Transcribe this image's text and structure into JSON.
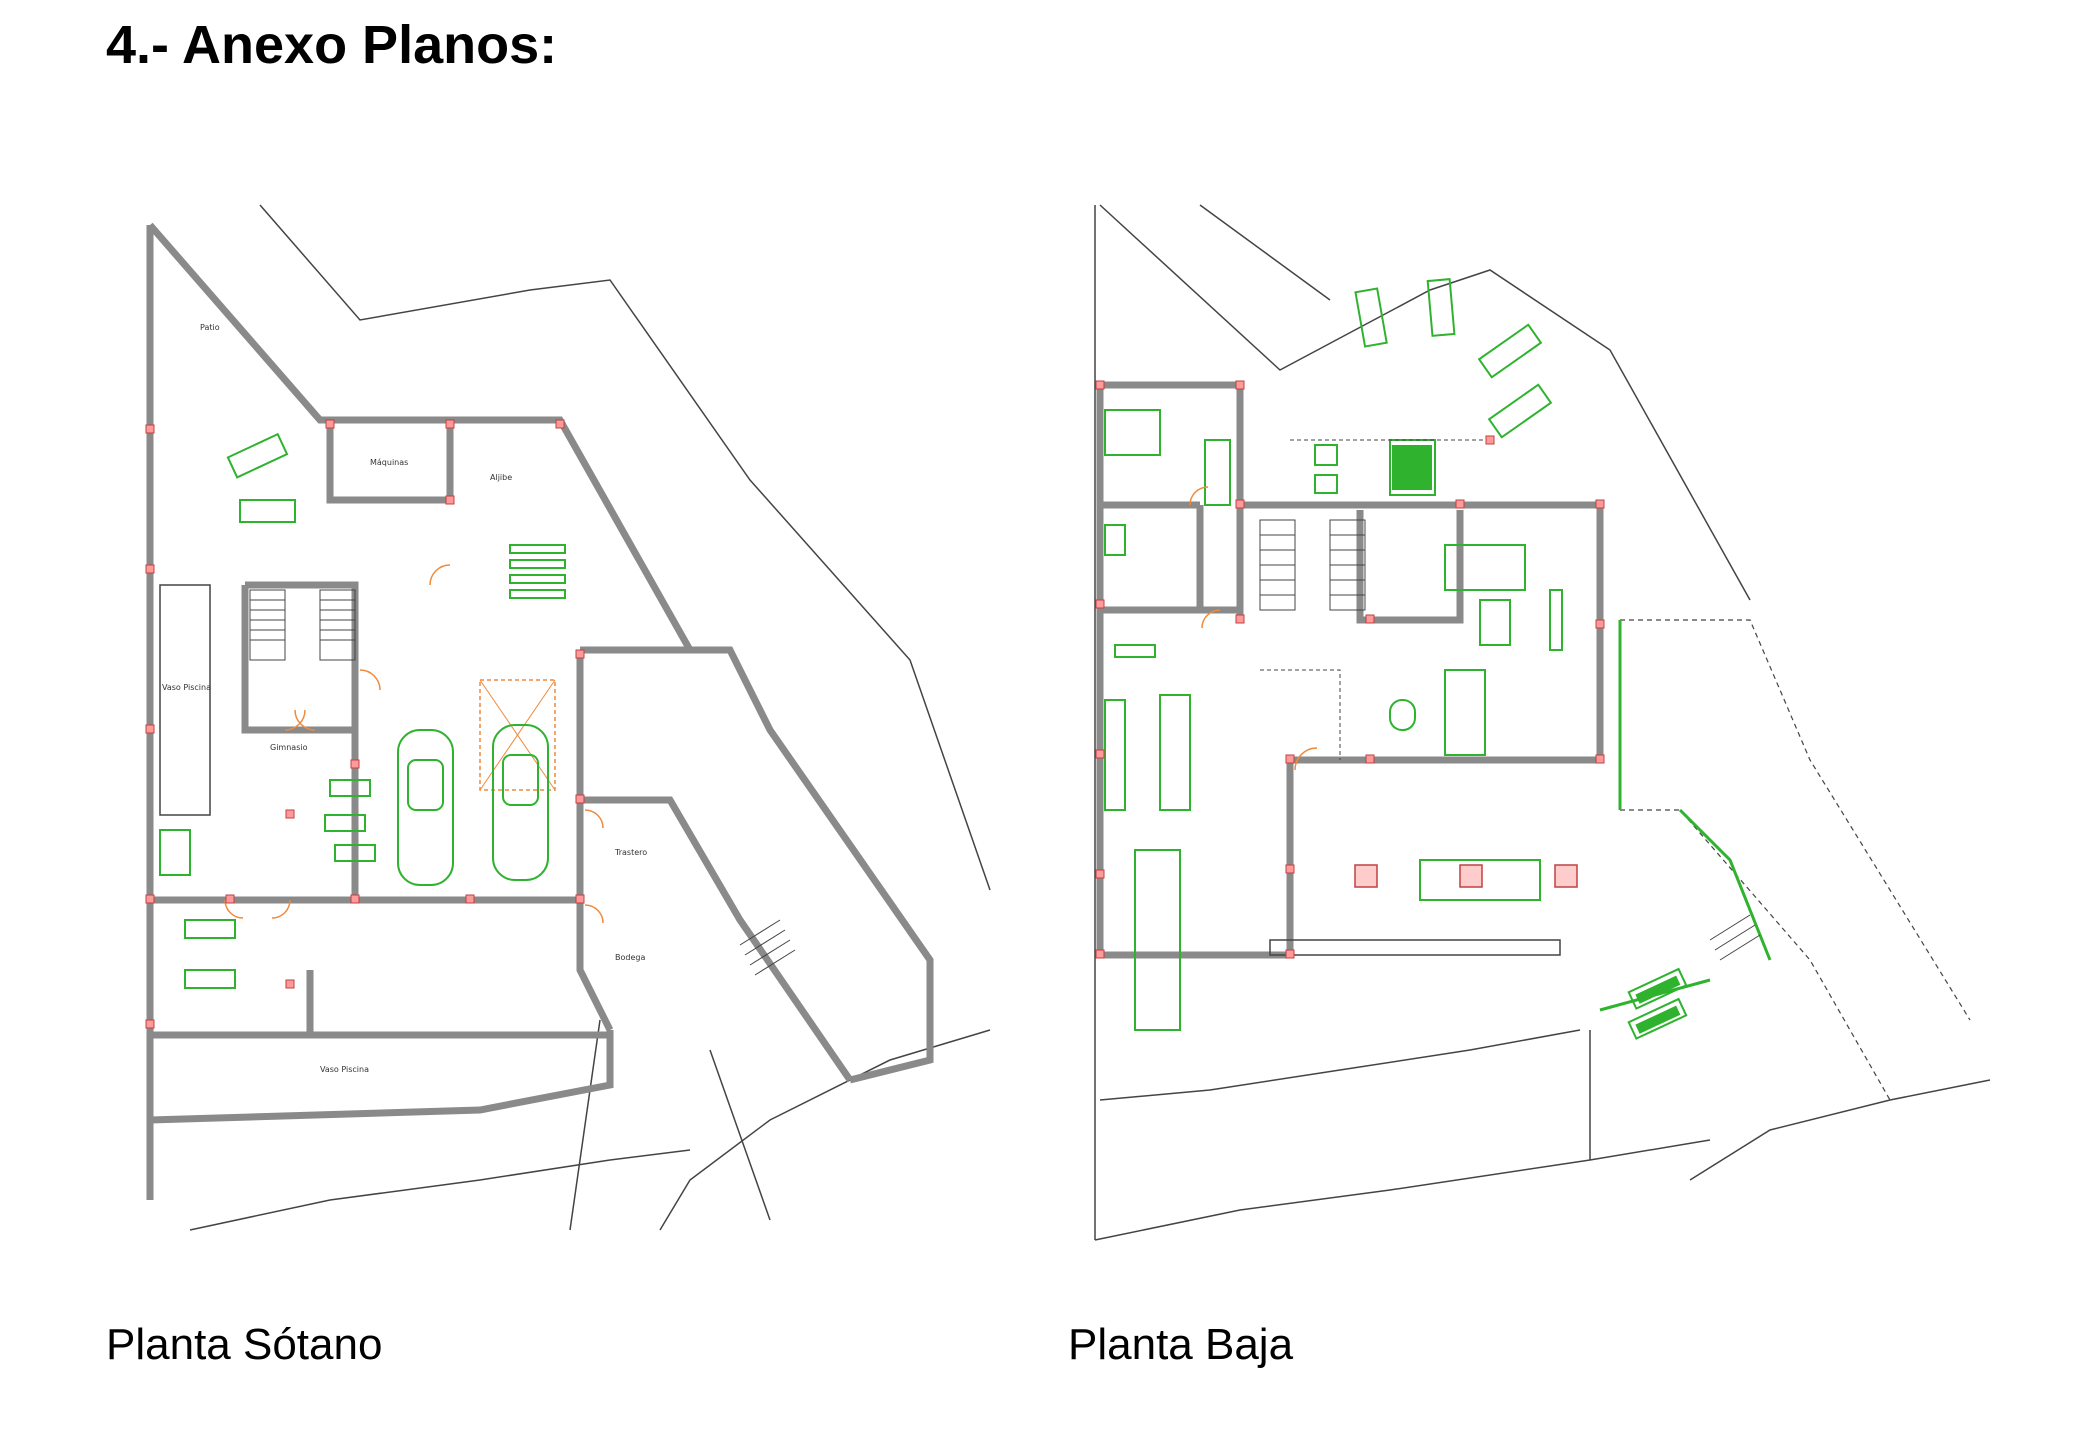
{
  "document": {
    "heading": "4.- Anexo Planos:"
  },
  "plans": {
    "sotano": {
      "caption": "Planta Sótano",
      "rooms": {
        "patio": "Patio",
        "maquinas": "Máquinas",
        "aljibe": "Aljibe",
        "vaso_piscina_left": "Vaso Piscina",
        "gimnasio": "Gimnasio",
        "trastero": "Trastero",
        "bodega": "Bodega",
        "vaso_piscina_bottom": "Vaso Piscina"
      }
    },
    "baja": {
      "caption": "Planta Baja"
    }
  },
  "colors": {
    "wall": "#8a8a8a",
    "line": "#333333",
    "furniture": "#2fb32f",
    "door": "#f08a3c",
    "column": "#c04040"
  }
}
